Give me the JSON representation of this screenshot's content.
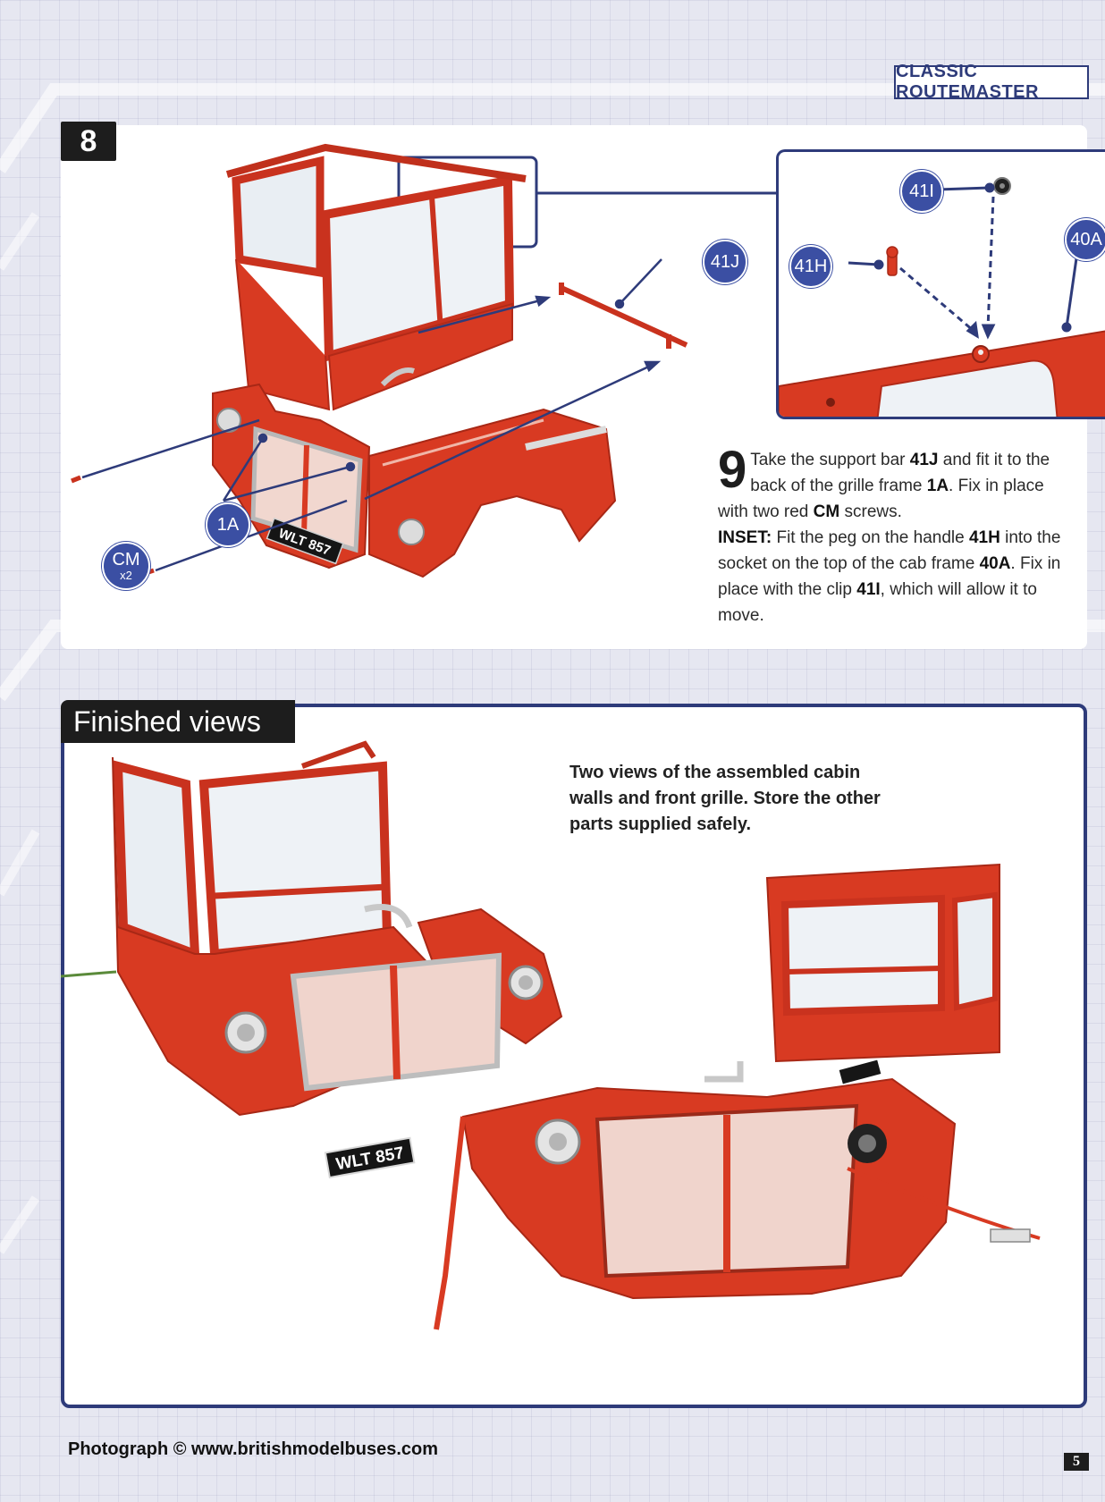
{
  "header": {
    "series_title": "CLASSIC ROUTEMASTER"
  },
  "step": {
    "number": "8",
    "callouts": {
      "c41J": "41J",
      "c1A": "1A",
      "cCM": "CM",
      "cCM_qty": "x2",
      "c41I": "41I",
      "c41H": "41H",
      "c40A": "40A"
    },
    "instruction": {
      "step_digit": "9",
      "t1": "Take the support bar ",
      "b1": "41J",
      "t2": " and fit it to the back of the grille frame ",
      "b2": "1A",
      "t3": ". Fix in place with two red ",
      "b3": "CM",
      "t4": " screws.",
      "inset_label": "INSET:",
      "t5": " Fit the peg on the handle ",
      "b4": "41H",
      "t6": " into the socket on the top of the cab frame ",
      "b5": "40A",
      "t7": ". Fix in place with the clip ",
      "b6": "41I",
      "t8": ", which will allow it to move."
    },
    "plate_text": "WLT 857"
  },
  "finished": {
    "title": "Finished views",
    "caption": "Two views of the assembled cabin walls and front grille. Store the other parts supplied safely.",
    "plate_text": "WLT 857"
  },
  "footer": {
    "credit": "Photograph © www.britishmodelbuses.com",
    "page_number": "5"
  },
  "colors": {
    "accent": "#2e3b7a",
    "callout": "#3b4fa3",
    "model_red": "#d83a22"
  }
}
